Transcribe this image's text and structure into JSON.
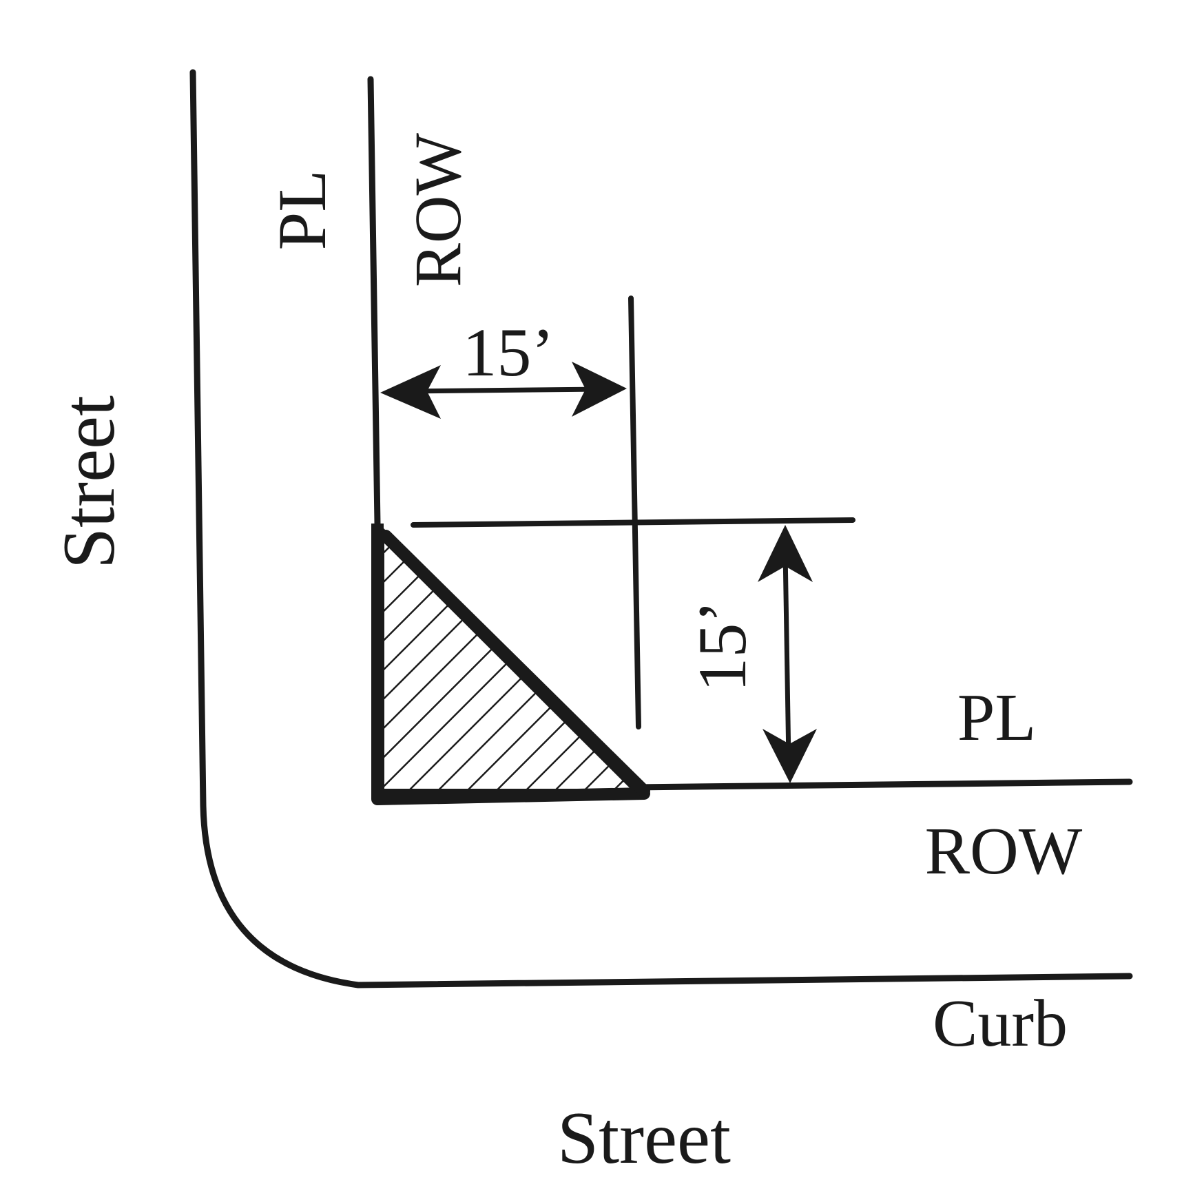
{
  "labels": {
    "street_vertical": "Street",
    "street_horizontal": "Street",
    "pl_vertical": "PL",
    "row_vertical": "ROW",
    "pl_horizontal": "PL",
    "row_horizontal": "ROW",
    "curb": "Curb",
    "dim_horizontal": "15’",
    "dim_vertical": "15’"
  },
  "colors": {
    "ink": "#1a1a1a",
    "background": "#ffffff"
  }
}
